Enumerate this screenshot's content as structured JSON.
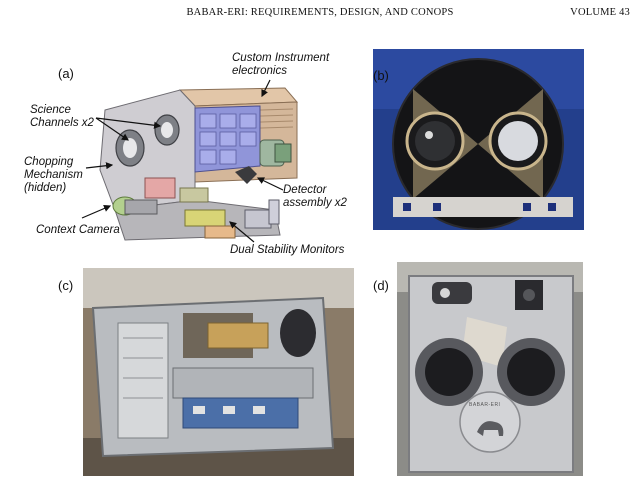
{
  "header": {
    "title": "BABAR-ERI: REQUIREMENTS, DESIGN, AND CONOPS",
    "volume": "VOLUME 43"
  },
  "panels": {
    "a": {
      "label": "(a)"
    },
    "b": {
      "label": "(b)"
    },
    "c": {
      "label": "(c)"
    },
    "d": {
      "label": "(d)"
    }
  },
  "callouts": {
    "custom_electronics": [
      "Custom Instrument",
      "electronics"
    ],
    "science_channels": [
      "Science",
      "Channels x2"
    ],
    "chopping": [
      "Chopping",
      "Mechanism",
      "(hidden)"
    ],
    "detector": [
      "Detector",
      "assembly x2"
    ],
    "context_camera": "Context Camera",
    "dual_stability": "Dual Stability Monitors"
  },
  "plaque": {
    "text": "BABAR-ERI"
  },
  "colors": {
    "cad_body": "#c9c7cc",
    "cad_electronics": "#d4b79a",
    "cad_panel": "#8f94d8",
    "photo_b_bg": "#1f3c8a",
    "photo_c_bg": "#7a6b58",
    "photo_d_bg": "#8c8c88"
  }
}
